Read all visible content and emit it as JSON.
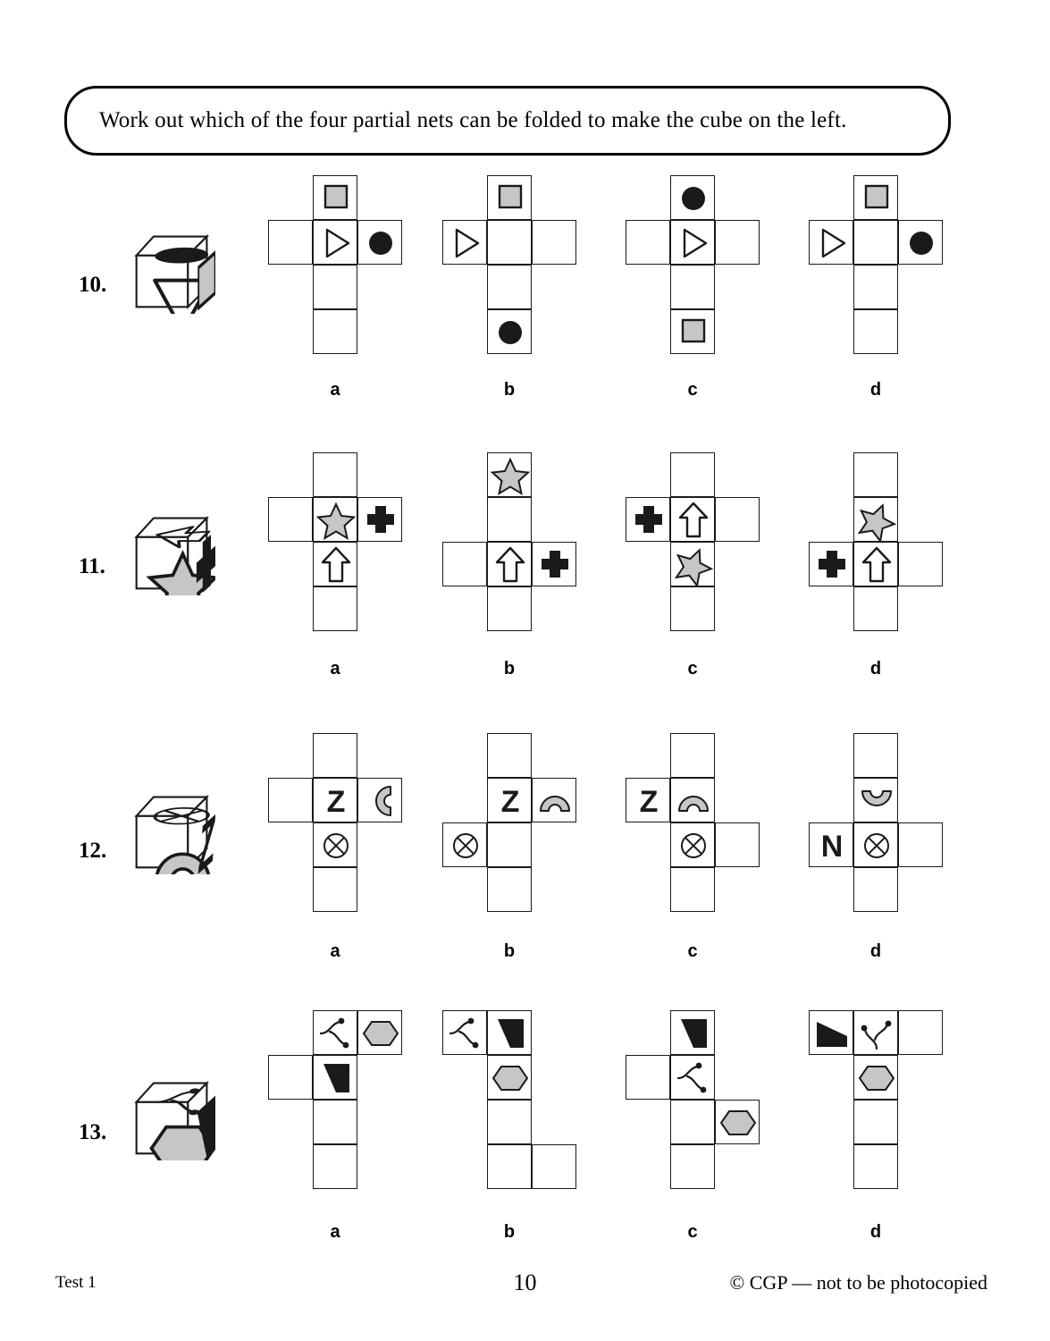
{
  "banner": {
    "text": "Work out which of the four partial nets can be folded to make the cube on the left."
  },
  "footer": {
    "left": "Test 1",
    "page_number": "10",
    "right": "© CGP — not to be photocopied"
  },
  "colors": {
    "ink": "#1a1a1a",
    "gray_fill": "#c6c6c6",
    "black_fill": "#1a1a1a",
    "paper": "#ffffff"
  },
  "option_labels": [
    "a",
    "b",
    "c",
    "d"
  ],
  "questions": [
    {
      "number": "10.",
      "cube": {
        "top_shape": "filled-ellipse",
        "front_shape": "down-triangle-outline",
        "side_shape": "gray-square"
      },
      "options": [
        {
          "label": "a",
          "cells": [
            {
              "col": 1,
              "row": 0,
              "shape": "gray-square"
            },
            {
              "col": 0,
              "row": 1,
              "shape": "none"
            },
            {
              "col": 1,
              "row": 1,
              "shape": "right-triangle-outline"
            },
            {
              "col": 2,
              "row": 1,
              "shape": "black-circle"
            },
            {
              "col": 1,
              "row": 2,
              "shape": "none"
            },
            {
              "col": 1,
              "row": 3,
              "shape": "none"
            }
          ]
        },
        {
          "label": "b",
          "cells": [
            {
              "col": 1,
              "row": 0,
              "shape": "gray-square"
            },
            {
              "col": 0,
              "row": 1,
              "shape": "right-triangle-outline"
            },
            {
              "col": 1,
              "row": 1,
              "shape": "none"
            },
            {
              "col": 2,
              "row": 1,
              "shape": "none"
            },
            {
              "col": 1,
              "row": 2,
              "shape": "none"
            },
            {
              "col": 1,
              "row": 3,
              "shape": "black-circle"
            }
          ]
        },
        {
          "label": "c",
          "cells": [
            {
              "col": 1,
              "row": 0,
              "shape": "black-circle"
            },
            {
              "col": 0,
              "row": 1,
              "shape": "none"
            },
            {
              "col": 1,
              "row": 1,
              "shape": "right-triangle-outline"
            },
            {
              "col": 2,
              "row": 1,
              "shape": "none"
            },
            {
              "col": 1,
              "row": 2,
              "shape": "none"
            },
            {
              "col": 1,
              "row": 3,
              "shape": "gray-square"
            }
          ]
        },
        {
          "label": "d",
          "cells": [
            {
              "col": 1,
              "row": 0,
              "shape": "gray-square"
            },
            {
              "col": 0,
              "row": 1,
              "shape": "right-triangle-outline"
            },
            {
              "col": 1,
              "row": 1,
              "shape": "none"
            },
            {
              "col": 2,
              "row": 1,
              "shape": "black-circle"
            },
            {
              "col": 1,
              "row": 2,
              "shape": "none"
            },
            {
              "col": 1,
              "row": 3,
              "shape": "none"
            }
          ]
        }
      ]
    },
    {
      "number": "11.",
      "cube": {
        "top_shape": "arrow-outline",
        "front_shape": "gray-star",
        "side_shape": "black-cross"
      },
      "options": [
        {
          "label": "a",
          "cells": [
            {
              "col": 1,
              "row": 0,
              "shape": "none"
            },
            {
              "col": 0,
              "row": 1,
              "shape": "none"
            },
            {
              "col": 1,
              "row": 1,
              "shape": "gray-star"
            },
            {
              "col": 2,
              "row": 1,
              "shape": "black-cross"
            },
            {
              "col": 1,
              "row": 2,
              "shape": "arrow-up-outline"
            },
            {
              "col": 1,
              "row": 3,
              "shape": "none"
            }
          ]
        },
        {
          "label": "b",
          "cells": [
            {
              "col": 1,
              "row": 0,
              "shape": "gray-star"
            },
            {
              "col": 1,
              "row": 1,
              "shape": "none"
            },
            {
              "col": 0,
              "row": 2,
              "shape": "none"
            },
            {
              "col": 1,
              "row": 2,
              "shape": "arrow-up-outline"
            },
            {
              "col": 2,
              "row": 2,
              "shape": "black-cross"
            },
            {
              "col": 1,
              "row": 3,
              "shape": "none"
            }
          ]
        },
        {
          "label": "c",
          "cells": [
            {
              "col": 1,
              "row": 0,
              "shape": "none"
            },
            {
              "col": 0,
              "row": 1,
              "shape": "black-cross"
            },
            {
              "col": 1,
              "row": 1,
              "shape": "arrow-up-outline"
            },
            {
              "col": 2,
              "row": 1,
              "shape": "none"
            },
            {
              "col": 1,
              "row": 2,
              "shape": "gray-star-tilted"
            },
            {
              "col": 1,
              "row": 3,
              "shape": "none"
            }
          ]
        },
        {
          "label": "d",
          "cells": [
            {
              "col": 1,
              "row": 0,
              "shape": "none"
            },
            {
              "col": 1,
              "row": 1,
              "shape": "gray-star-tilted"
            },
            {
              "col": 0,
              "row": 2,
              "shape": "black-cross"
            },
            {
              "col": 1,
              "row": 2,
              "shape": "arrow-up-outline"
            },
            {
              "col": 2,
              "row": 2,
              "shape": "none"
            },
            {
              "col": 1,
              "row": 3,
              "shape": "none"
            }
          ]
        }
      ]
    },
    {
      "number": "12.",
      "cube": {
        "top_shape": "crossed-ellipse",
        "front_shape": "gray-arch",
        "side_shape": "black-z"
      },
      "options": [
        {
          "label": "a",
          "cells": [
            {
              "col": 1,
              "row": 0,
              "shape": "none"
            },
            {
              "col": 0,
              "row": 1,
              "shape": "none"
            },
            {
              "col": 1,
              "row": 1,
              "shape": "letter-z"
            },
            {
              "col": 2,
              "row": 1,
              "shape": "arch-left"
            },
            {
              "col": 1,
              "row": 2,
              "shape": "crossed-circle"
            },
            {
              "col": 1,
              "row": 3,
              "shape": "none"
            }
          ]
        },
        {
          "label": "b",
          "cells": [
            {
              "col": 1,
              "row": 0,
              "shape": "none"
            },
            {
              "col": 1,
              "row": 1,
              "shape": "letter-z"
            },
            {
              "col": 2,
              "row": 1,
              "shape": "arch-up"
            },
            {
              "col": 0,
              "row": 2,
              "shape": "crossed-circle"
            },
            {
              "col": 1,
              "row": 2,
              "shape": "none"
            },
            {
              "col": 1,
              "row": 3,
              "shape": "none"
            }
          ]
        },
        {
          "label": "c",
          "cells": [
            {
              "col": 1,
              "row": 0,
              "shape": "none"
            },
            {
              "col": 0,
              "row": 1,
              "shape": "letter-z"
            },
            {
              "col": 1,
              "row": 1,
              "shape": "arch-up"
            },
            {
              "col": 1,
              "row": 2,
              "shape": "crossed-circle"
            },
            {
              "col": 2,
              "row": 2,
              "shape": "none"
            },
            {
              "col": 1,
              "row": 3,
              "shape": "none"
            }
          ]
        },
        {
          "label": "d",
          "cells": [
            {
              "col": 1,
              "row": 0,
              "shape": "none"
            },
            {
              "col": 1,
              "row": 1,
              "shape": "arch-down"
            },
            {
              "col": 0,
              "row": 2,
              "shape": "letter-n"
            },
            {
              "col": 1,
              "row": 2,
              "shape": "crossed-circle"
            },
            {
              "col": 2,
              "row": 2,
              "shape": "none"
            },
            {
              "col": 1,
              "row": 3,
              "shape": "none"
            }
          ]
        }
      ]
    },
    {
      "number": "13.",
      "cube": {
        "top_shape": "squiggle",
        "front_shape": "gray-hexagon",
        "side_shape": "black-trapezoid"
      },
      "options": [
        {
          "label": "a",
          "cells": [
            {
              "col": 1,
              "row": 0,
              "shape": "squiggle"
            },
            {
              "col": 2,
              "row": 0,
              "shape": "gray-hexagon"
            },
            {
              "col": 0,
              "row": 1,
              "shape": "none"
            },
            {
              "col": 1,
              "row": 1,
              "shape": "black-trapezoid"
            },
            {
              "col": 1,
              "row": 2,
              "shape": "none"
            },
            {
              "col": 1,
              "row": 3,
              "shape": "none"
            }
          ]
        },
        {
          "label": "b",
          "cells": [
            {
              "col": 0,
              "row": 0,
              "shape": "squiggle"
            },
            {
              "col": 1,
              "row": 0,
              "shape": "black-trapezoid"
            },
            {
              "col": 1,
              "row": 1,
              "shape": "gray-hexagon"
            },
            {
              "col": 1,
              "row": 2,
              "shape": "none"
            },
            {
              "col": 1,
              "row": 3,
              "shape": "none"
            },
            {
              "col": 2,
              "row": 3,
              "shape": "none"
            }
          ]
        },
        {
          "label": "c",
          "cells": [
            {
              "col": 1,
              "row": 0,
              "shape": "black-trapezoid"
            },
            {
              "col": 0,
              "row": 1,
              "shape": "none"
            },
            {
              "col": 1,
              "row": 1,
              "shape": "squiggle"
            },
            {
              "col": 1,
              "row": 2,
              "shape": "none"
            },
            {
              "col": 2,
              "row": 2,
              "shape": "gray-hexagon"
            },
            {
              "col": 1,
              "row": 3,
              "shape": "none"
            }
          ]
        },
        {
          "label": "d",
          "cells": [
            {
              "col": 0,
              "row": 0,
              "shape": "black-trapezoid-flat"
            },
            {
              "col": 1,
              "row": 0,
              "shape": "squiggle-down"
            },
            {
              "col": 2,
              "row": 0,
              "shape": "none"
            },
            {
              "col": 1,
              "row": 1,
              "shape": "gray-hexagon"
            },
            {
              "col": 1,
              "row": 2,
              "shape": "none"
            },
            {
              "col": 1,
              "row": 3,
              "shape": "none"
            }
          ]
        }
      ]
    }
  ]
}
